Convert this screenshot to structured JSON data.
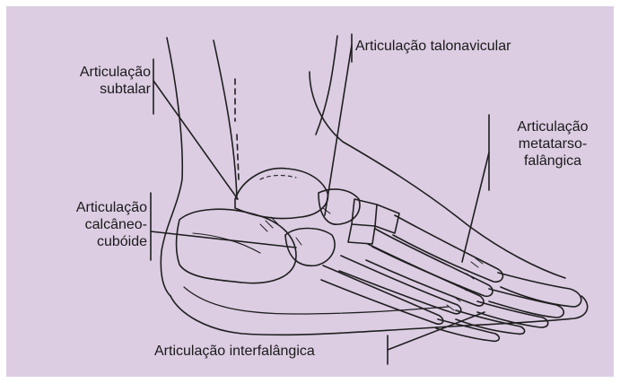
{
  "colors": {
    "panel_bg": "#dccde3",
    "line": "#1f1f1f"
  },
  "labels": {
    "subtalar": {
      "line1": "Articulação",
      "line2": "subtalar"
    },
    "talonavicular": "Articulação talonavicular",
    "metatarso": {
      "line1": "Articulação",
      "line2": "metatarso-",
      "line3": "falângica"
    },
    "calcaneo": {
      "line1": "Articulação",
      "line2": "calcâneo-",
      "line3": "cubóide"
    },
    "interfalangica": "Articulação interfalângica"
  }
}
